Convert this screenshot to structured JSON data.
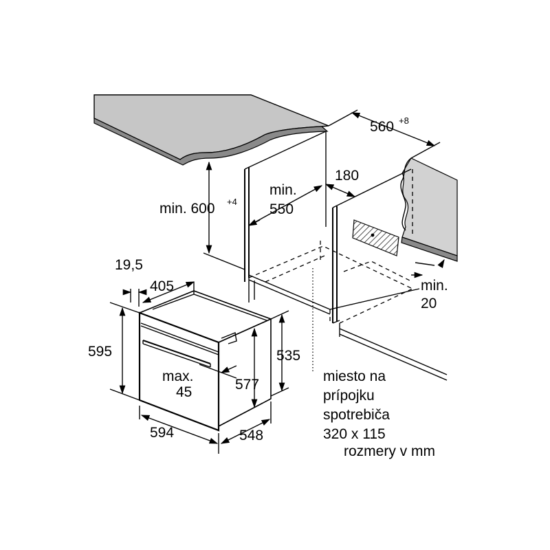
{
  "title": "",
  "dimensions": {
    "cabinet_width": "560",
    "cabinet_width_tol": "+8",
    "cabinet_height": "min. 600",
    "cabinet_height_tol": "+4",
    "inner_depth_line1": "min.",
    "inner_depth_line2": "550",
    "rear_gap": "180",
    "side_gap_line1": "min.",
    "side_gap_line2": "20",
    "front_offset": "19,5",
    "front_depth": "405",
    "oven_height": "595",
    "oven_body_height": "535",
    "oven_inner_height": "577",
    "handle_line1": "max.",
    "handle_line2": "45",
    "oven_width": "594",
    "oven_depth": "548"
  },
  "notes": {
    "connection_line1": "miesto na",
    "connection_line2": "prípojku",
    "connection_line3": "spotrebiča",
    "connection_line4": "320 x 115",
    "units": "rozmery v mm"
  }
}
